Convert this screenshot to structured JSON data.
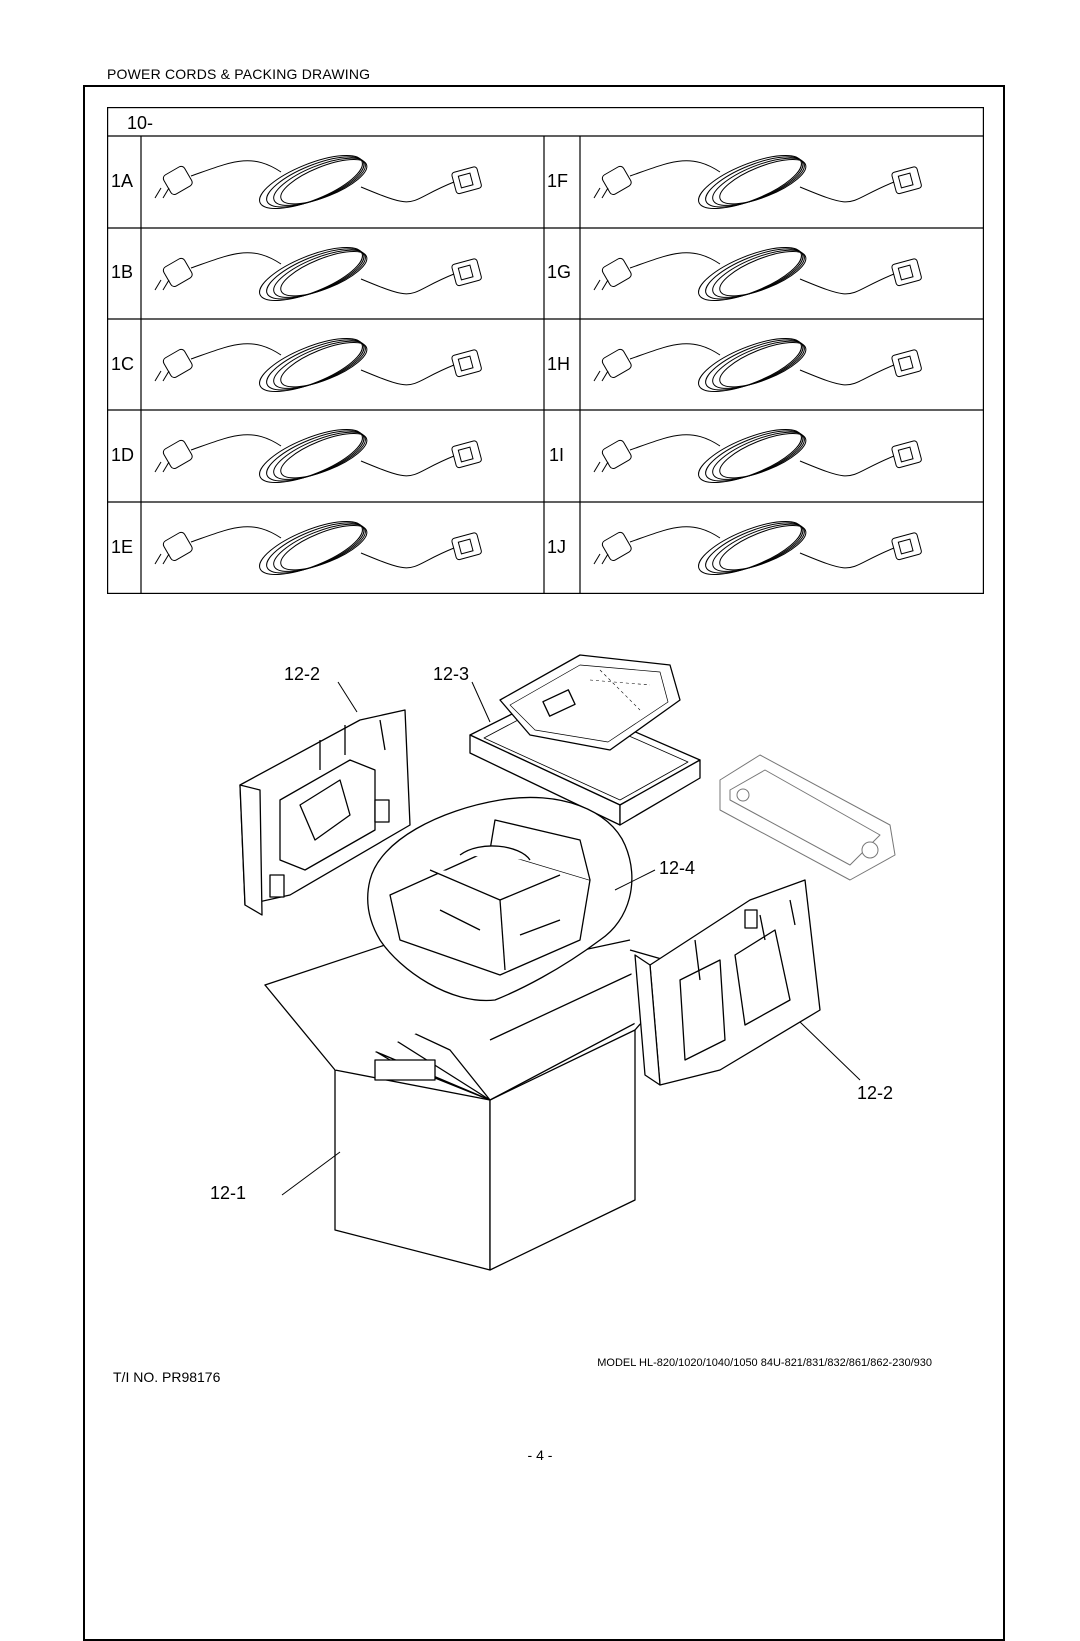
{
  "header": {
    "title": "POWER CORDS & PACKING DRAWING"
  },
  "cords": {
    "section_label": "10-",
    "left": [
      "1A",
      "1B",
      "1C",
      "1D",
      "1E"
    ],
    "right": [
      "1F",
      "1G",
      "1H",
      "1I",
      "1J"
    ]
  },
  "packing": {
    "callouts": {
      "box": "12-1",
      "foam_left": "12-2",
      "foam_right": "12-2",
      "tray": "12-3",
      "bag": "12-4"
    }
  },
  "footer": {
    "model": "MODEL HL-820/1020/1040/1050  84U-821/831/832/861/862-230/930",
    "ti_no": "T/I NO. PR98176",
    "page": "- 4 -"
  }
}
